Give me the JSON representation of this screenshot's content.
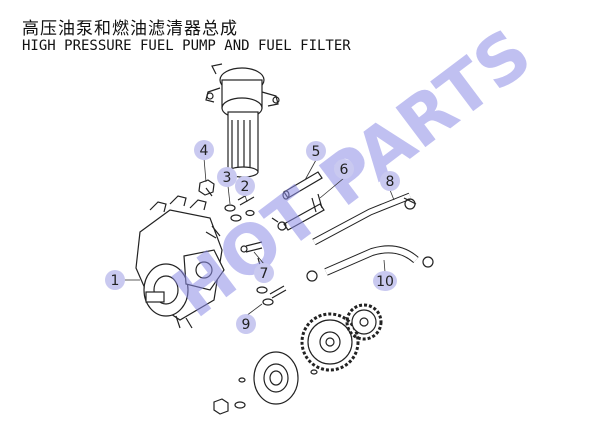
{
  "title_cn": "高压油泵和燃油滤清器总成",
  "title_en": "HIGH PRESSURE FUEL PUMP AND FUEL FILTER",
  "watermark": "HOT PARTS",
  "colors": {
    "callout_fill": "#c9c9f0",
    "watermark": "#8c8ce6",
    "line": "#222222"
  },
  "callouts": [
    {
      "label": "1"
    },
    {
      "label": "2"
    },
    {
      "label": "3"
    },
    {
      "label": "4"
    },
    {
      "label": "5"
    },
    {
      "label": "6"
    },
    {
      "label": "7"
    },
    {
      "label": "8"
    },
    {
      "label": "9"
    },
    {
      "label": "10"
    }
  ]
}
